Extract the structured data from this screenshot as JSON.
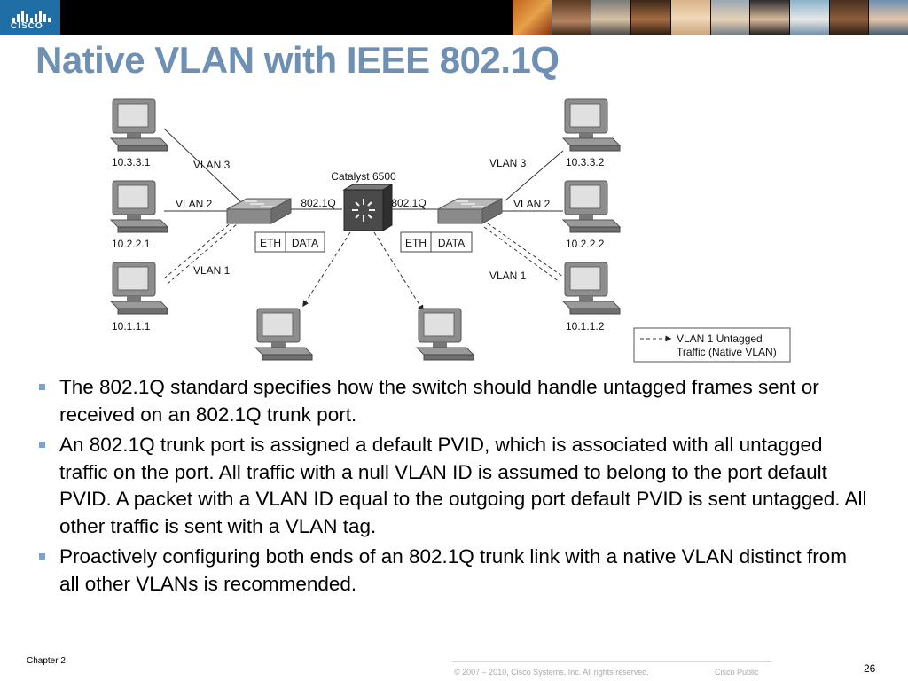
{
  "header": {
    "logo_text": "CISCO",
    "colors": {
      "band": "#000000",
      "logo_bg": "#1f6fa6"
    }
  },
  "slide": {
    "title": "Native VLAN with IEEE 802.1Q",
    "title_color": "#6e90b4",
    "bullets": [
      "The 802.1Q standard specifies how the switch should handle untagged frames sent or received on an 802.1Q trunk port.",
      "An 802.1Q trunk port is assigned a default PVID, which is associated with all untagged traffic on the port. All traffic with a null VLAN ID is assumed to belong to the port default PVID. A packet with a VLAN ID equal to the outgoing port default PVID is sent untagged. All other traffic is sent with a VLAN tag.",
      "Proactively configuring both ends of an 802.1Q trunk link with a native VLAN distinct from all other VLANs is recommended."
    ]
  },
  "diagram": {
    "core_label": "Catalyst 6500",
    "trunk_left": "802.1Q",
    "trunk_right": "802.1Q",
    "frame_left": {
      "eth": "ETH",
      "data": "DATA"
    },
    "frame_right": {
      "eth": "ETH",
      "data": "DATA"
    },
    "left_hosts": [
      {
        "ip": "10.3.3.1",
        "vlan": "VLAN 3"
      },
      {
        "ip": "10.2.2.1",
        "vlan": "VLAN 2"
      },
      {
        "ip": "10.1.1.1",
        "vlan": "VLAN 1"
      }
    ],
    "right_hosts": [
      {
        "ip": "10.3.3.2",
        "vlan": "VLAN 3"
      },
      {
        "ip": "10.2.2.2",
        "vlan": "VLAN 2"
      },
      {
        "ip": "10.1.1.2",
        "vlan": "VLAN 1"
      }
    ],
    "legend": {
      "line1": "VLAN 1 Untagged",
      "line2": "Traffic (Native VLAN)"
    }
  },
  "footer": {
    "chapter": "Chapter 2",
    "copyright": "© 2007 – 2010, Cisco Systems, Inc. All rights reserved.",
    "classification": "Cisco Public",
    "page": "26"
  }
}
